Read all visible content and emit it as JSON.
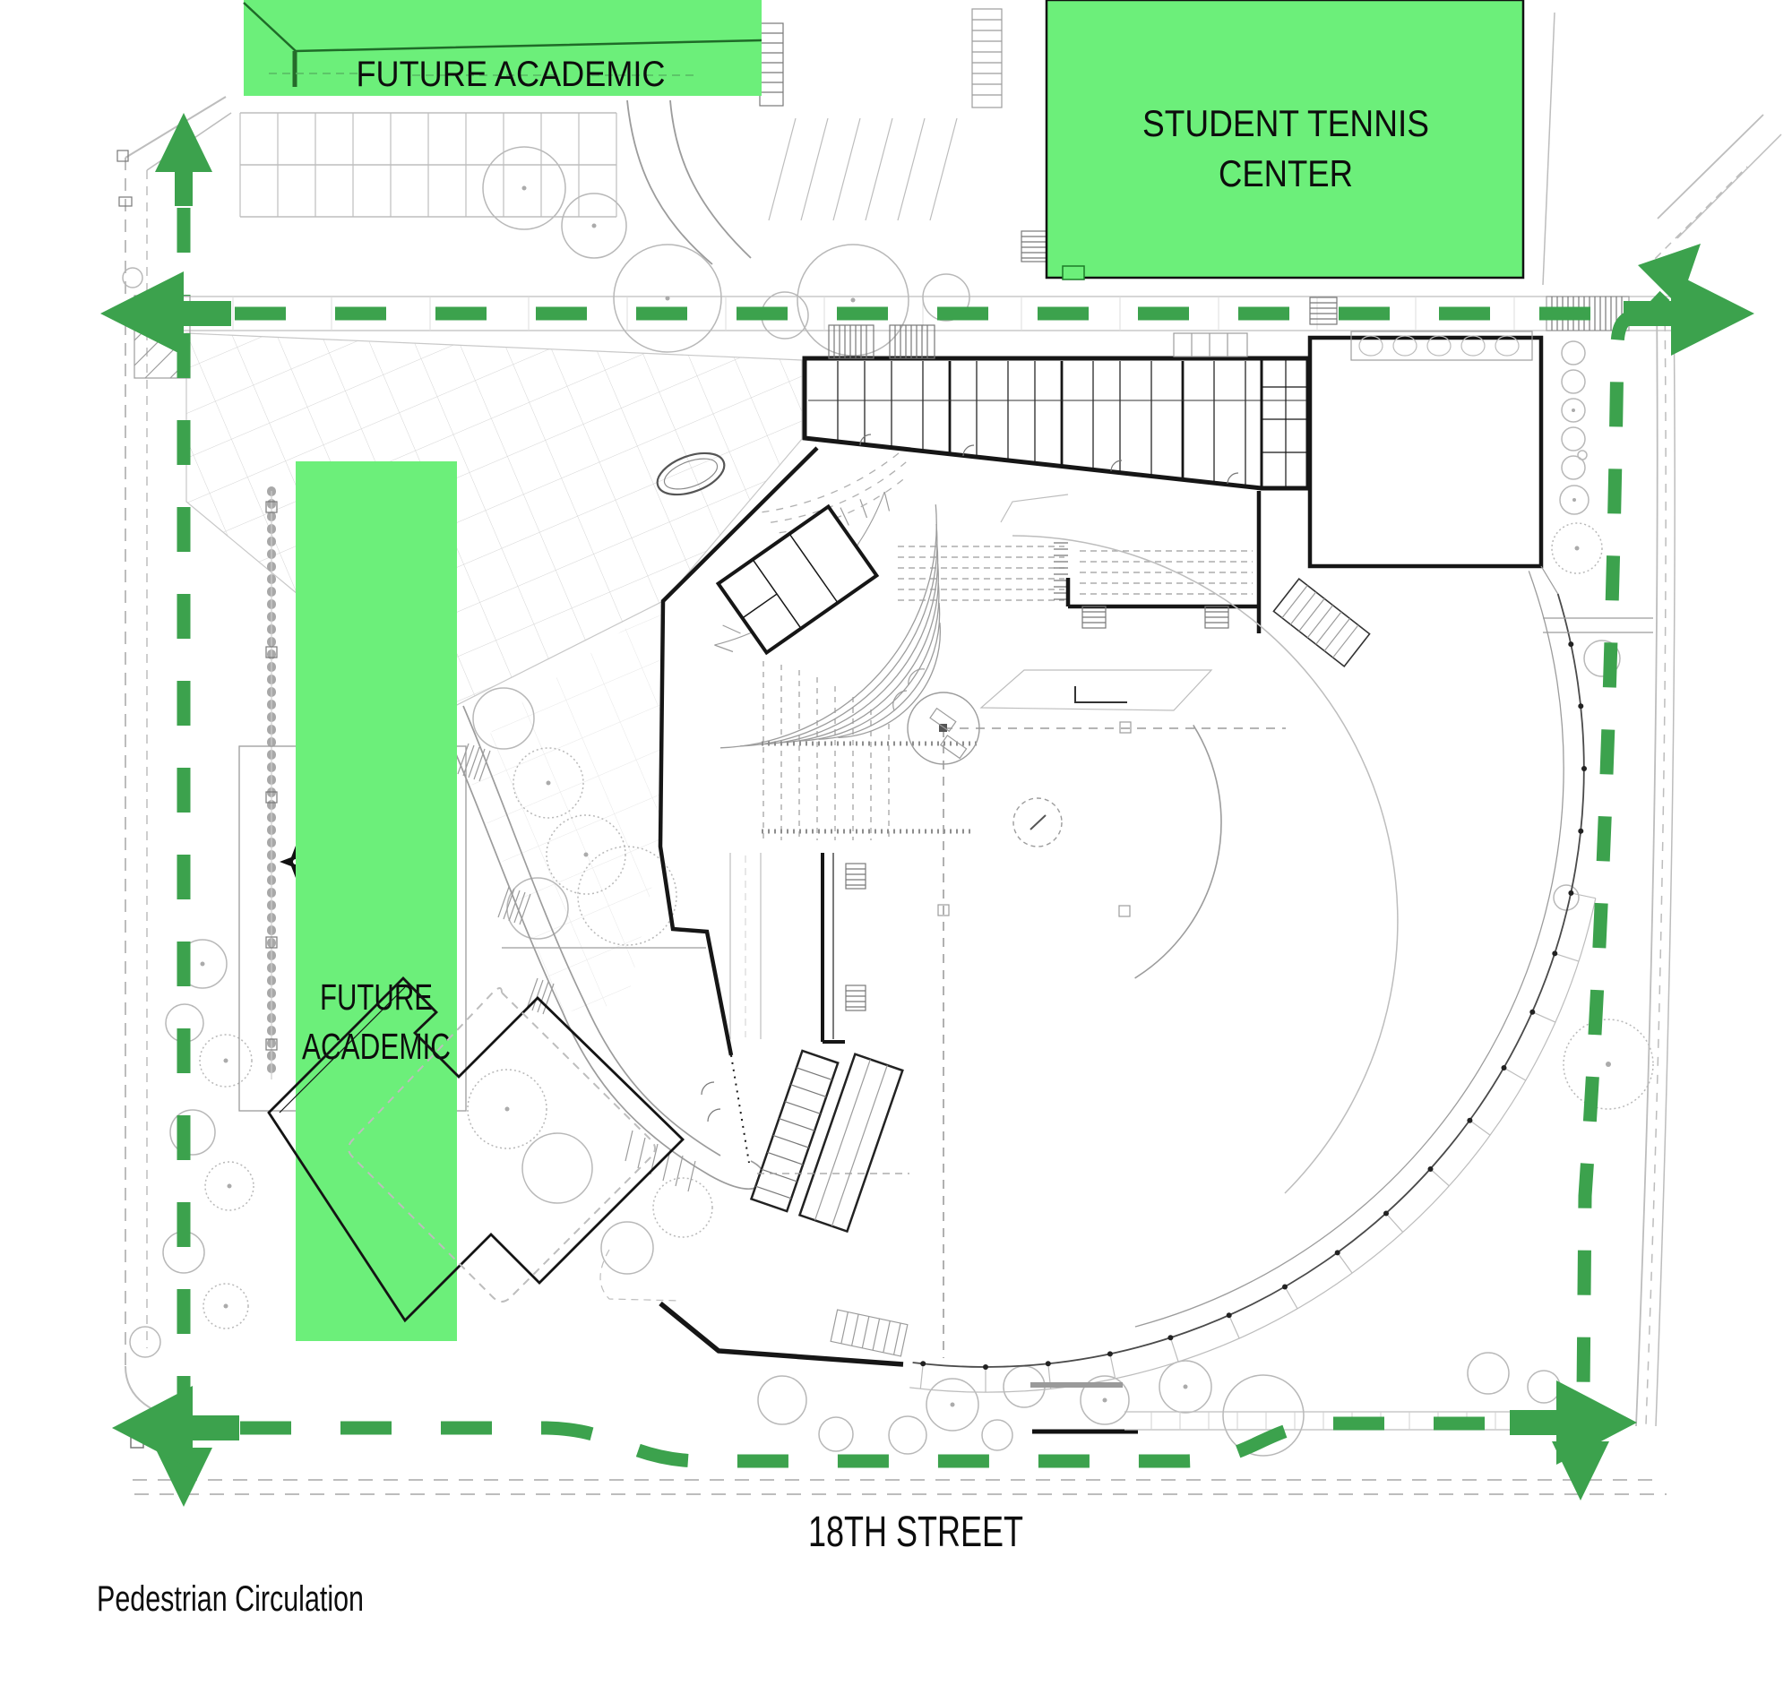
{
  "title": "Pedestrian Circulation",
  "colors": {
    "block_green": "#6cef7a",
    "arrow_green": "#3ca24d"
  },
  "labels": {
    "future_academic_top": "FUTURE ACADEMIC",
    "student_tennis_line1": "STUDENT TENNIS",
    "student_tennis_line2": "CENTER",
    "future_academic_left_line1": "FUTURE",
    "future_academic_left_line2": "ACADEMIC",
    "street": "18TH STREET",
    "legend": "Pedestrian Circulation"
  }
}
